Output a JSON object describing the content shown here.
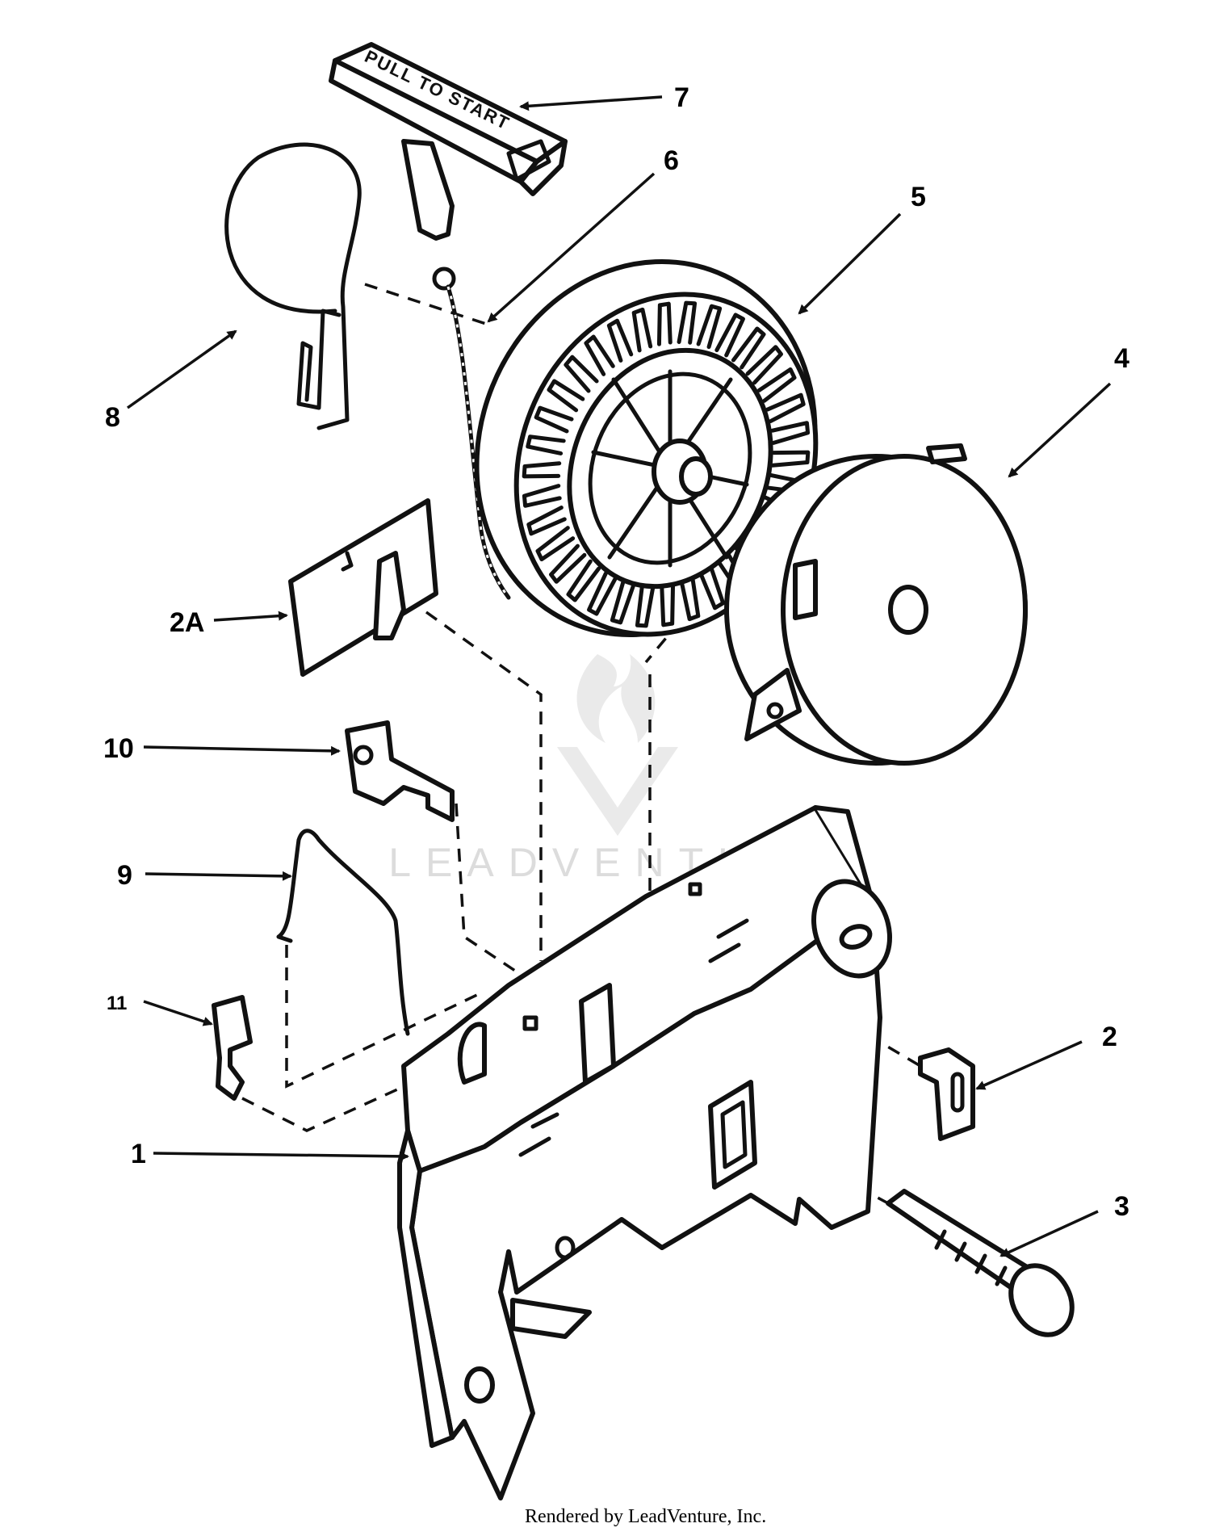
{
  "diagram": {
    "handle_text": "PULL TO START",
    "callouts": {
      "c1": "1",
      "c2": "2",
      "c2a": "2A",
      "c3": "3",
      "c4": "4",
      "c5": "5",
      "c6": "6",
      "c7": "7",
      "c8": "8",
      "c9": "9",
      "c10": "10",
      "c11": "11"
    },
    "watermark": "LEADVENTURE",
    "footer": "Rendered by LeadVenture, Inc."
  }
}
